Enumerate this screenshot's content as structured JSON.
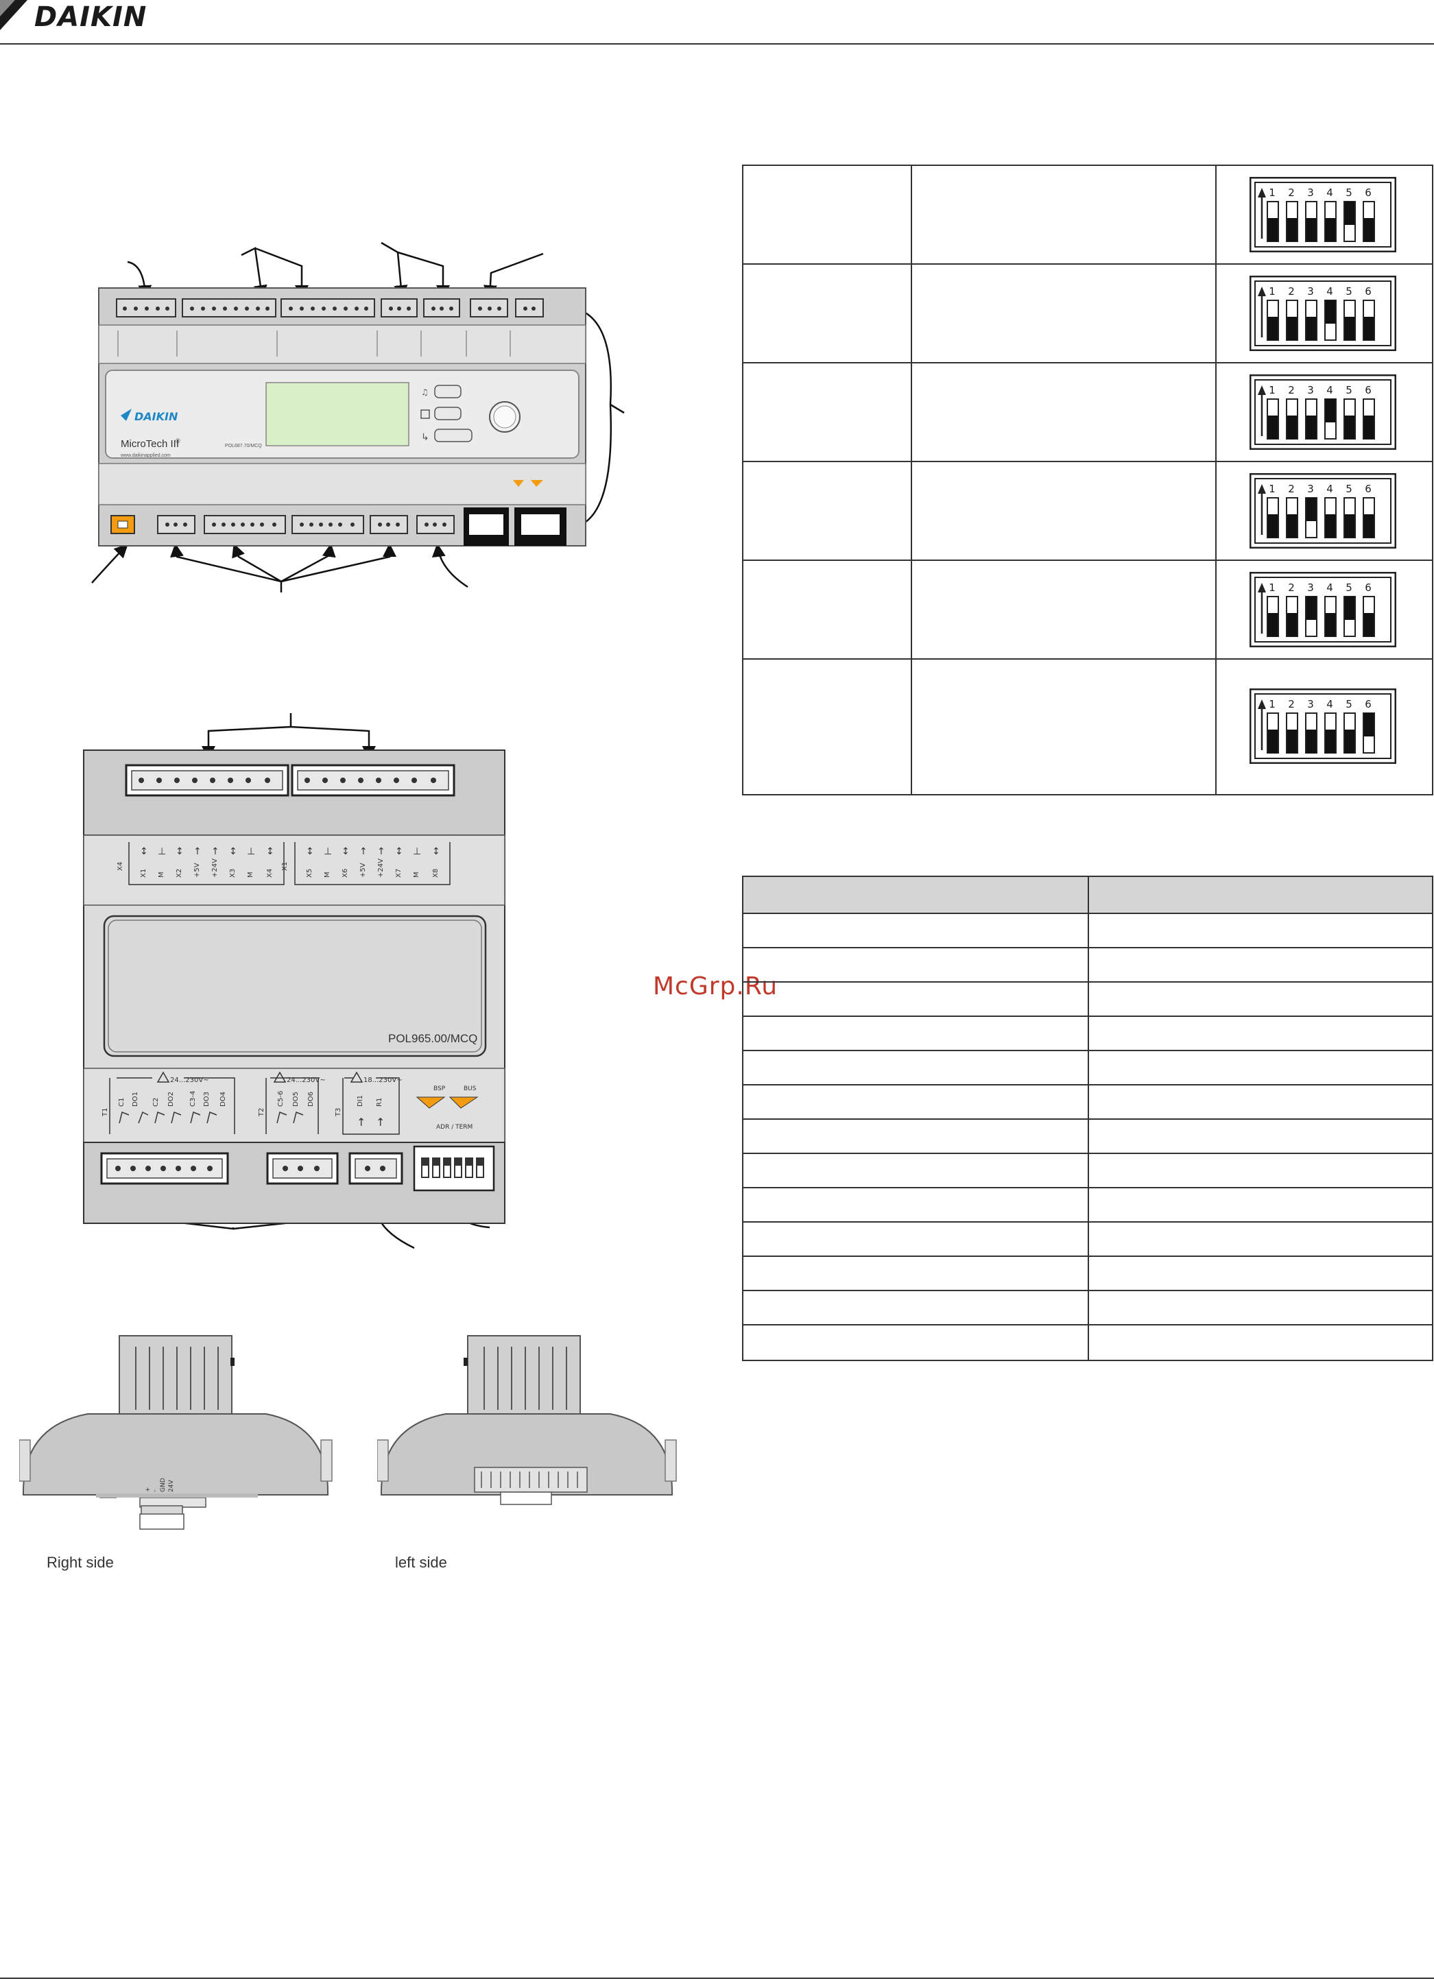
{
  "header": {
    "brand": "DAIKIN"
  },
  "watermark": "McGrp.Ru",
  "controller": {
    "brand": "DAIKIN",
    "model_name": "MicroTech III",
    "model_mark": "®",
    "website": "www.daikinapplied.com",
    "part_label": "POL687.70/MCQ"
  },
  "expansion_module": {
    "label": "POL965.00/MCQ",
    "voltage_label_1": "24...230V~",
    "voltage_label_2": "24...230V~",
    "voltage_label_3": "18...230V~",
    "bsp_label": "BSP",
    "bus_label": "BUS",
    "addr_label": "ADR / TERM",
    "top_terminals_left": [
      "X1",
      "M",
      "X2",
      "+5V",
      "+24V",
      "X3",
      "M",
      "X4"
    ],
    "top_terminals_right": [
      "X5",
      "M",
      "X6",
      "+5V",
      "+24V",
      "X7",
      "M",
      "X8"
    ],
    "top_group_labels": [
      "X4",
      "X1"
    ],
    "bottom_terminals_1": [
      "C1",
      "DO1",
      "C2",
      "DO2",
      "C3-4",
      "DO3",
      "DO4"
    ],
    "bottom_terminals_2": [
      "C5-6",
      "DO5",
      "DO6"
    ],
    "bottom_terminals_3": [
      "DI1",
      "R1"
    ],
    "bottom_group_labels": [
      "T1",
      "T2",
      "T3"
    ]
  },
  "side_views": {
    "right_caption": "Right side",
    "left_caption": "left side",
    "right_connector_labels": [
      "+",
      "-",
      "GND",
      "24V"
    ]
  },
  "dip_table": {
    "switch_numbers": [
      "1",
      "2",
      "3",
      "4",
      "5",
      "6"
    ],
    "rows": [
      {
        "states": [
          0,
          0,
          0,
          0,
          1,
          0
        ]
      },
      {
        "states": [
          0,
          0,
          0,
          1,
          0,
          0
        ]
      },
      {
        "states": [
          0,
          0,
          0,
          1,
          0,
          0
        ]
      },
      {
        "states": [
          0,
          0,
          1,
          0,
          0,
          0
        ]
      },
      {
        "states": [
          0,
          0,
          1,
          0,
          1,
          0
        ]
      },
      {
        "states": [
          0,
          0,
          0,
          0,
          0,
          1
        ]
      }
    ]
  },
  "spec_table": {
    "rows": 13
  }
}
